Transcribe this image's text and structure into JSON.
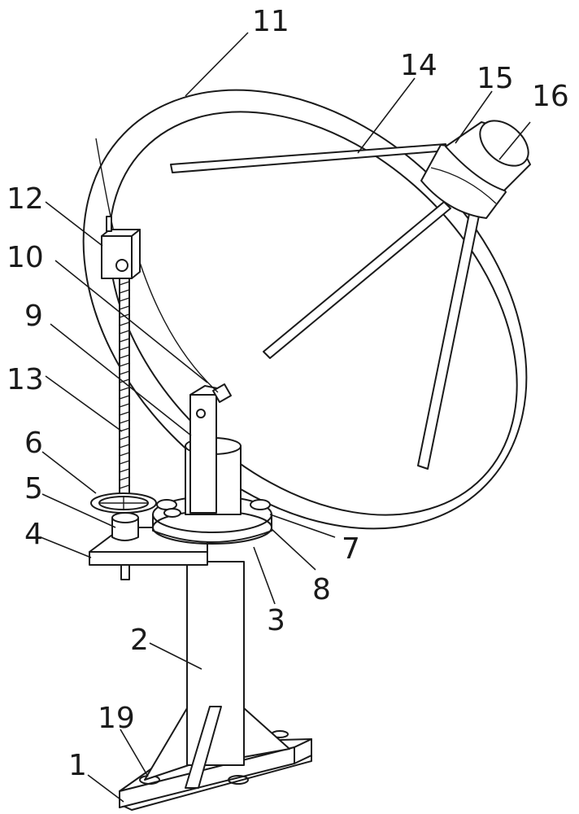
{
  "labels": {
    "l1": "1",
    "l2": "2",
    "l3": "3",
    "l4": "4",
    "l5": "5",
    "l6": "6",
    "l7": "7",
    "l8": "8",
    "l9": "9",
    "l10": "10",
    "l11": "11",
    "l12": "12",
    "l13": "13",
    "l14": "14",
    "l15": "15",
    "l16": "16",
    "l19": "19"
  }
}
